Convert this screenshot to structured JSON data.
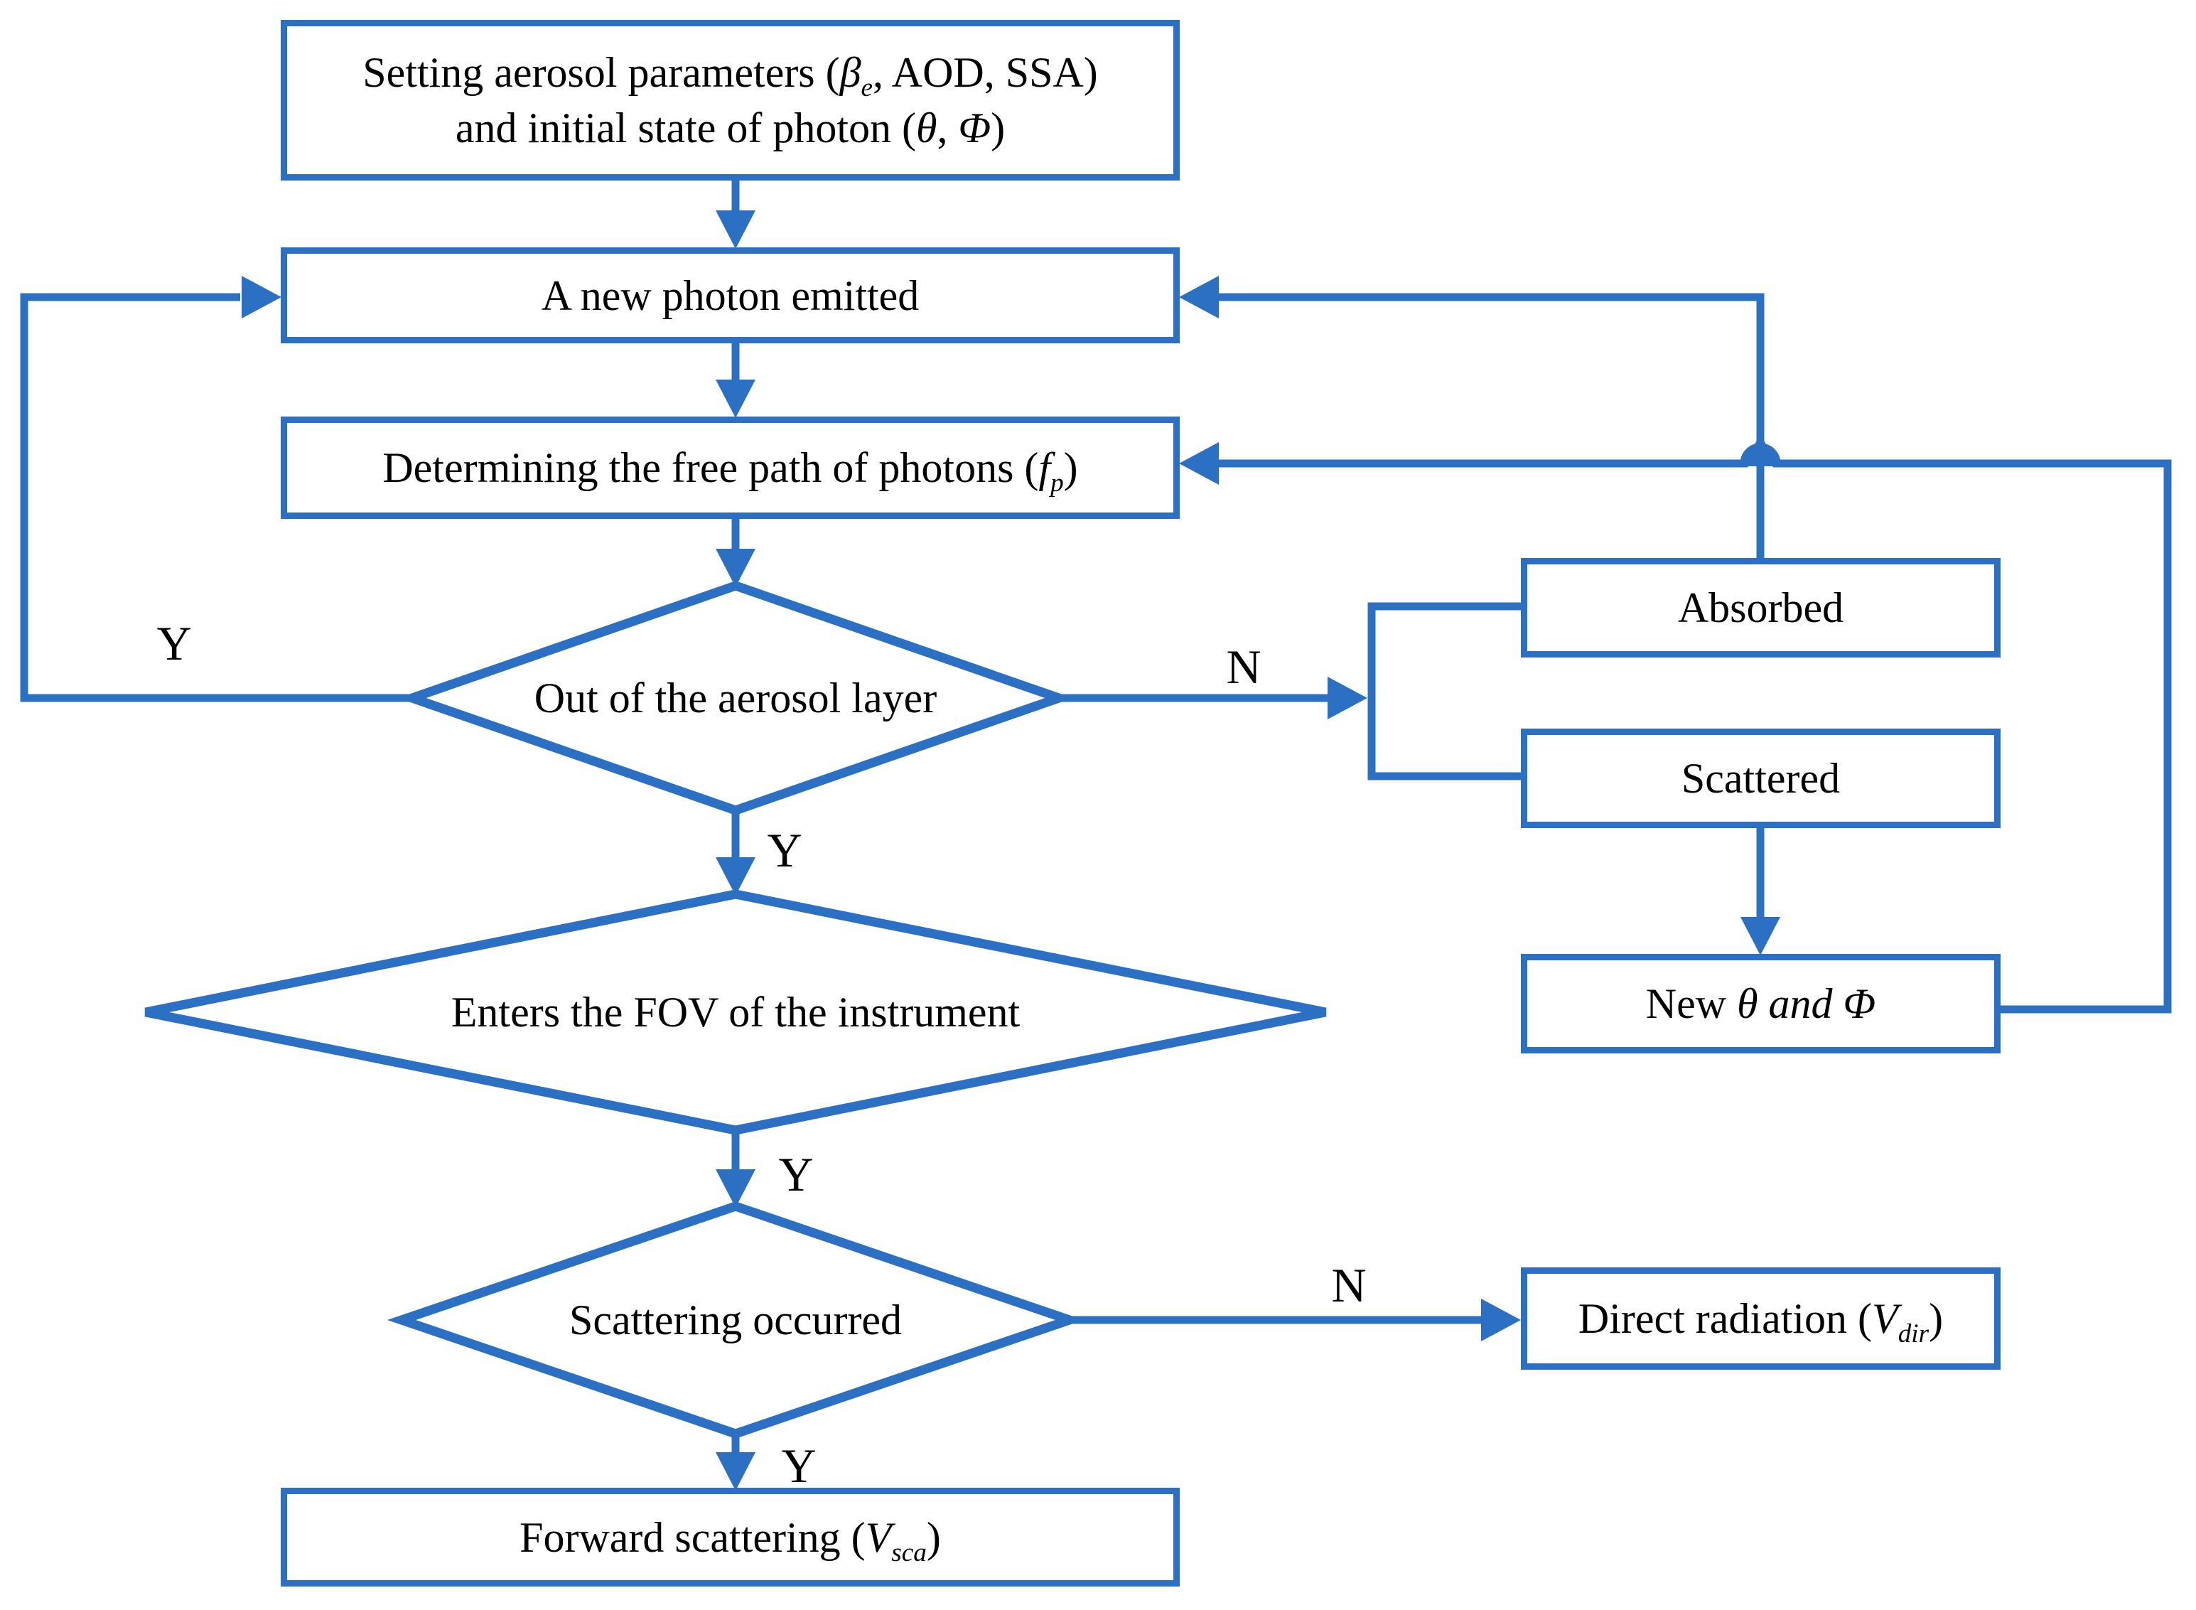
{
  "colors": {
    "accent": "#2C70C4",
    "text": "#000000",
    "background": "#FFFFFF"
  },
  "flowchart": {
    "nodes": {
      "setup": {
        "line1": [
          {
            "t": "Setting aerosol parameters ("
          },
          {
            "t": "β",
            "i": 1
          },
          {
            "t": "e",
            "i": 1,
            "sub": 1
          },
          {
            "t": ", AOD, SSA)"
          }
        ],
        "line2": [
          {
            "t": "and initial state of photon ("
          },
          {
            "t": "θ",
            "i": 1
          },
          {
            "t": ", "
          },
          {
            "t": "Φ",
            "i": 1
          },
          {
            "t": ")"
          }
        ]
      },
      "new_photon": {
        "label": "A new photon emitted"
      },
      "free_path": {
        "rich": [
          {
            "t": "Determining the free path of photons ("
          },
          {
            "t": "f",
            "i": 1
          },
          {
            "t": "p",
            "i": 1,
            "sub": 1
          },
          {
            "t": ")"
          }
        ]
      },
      "out_of_layer": {
        "label": "Out of the aerosol layer"
      },
      "absorbed": {
        "label": "Absorbed"
      },
      "scattered": {
        "label": "Scattered"
      },
      "new_angles": {
        "rich": [
          {
            "t": "New "
          },
          {
            "t": "θ",
            "i": 1
          },
          {
            "t": " "
          },
          {
            "t": "and",
            "i": 1
          },
          {
            "t": " "
          },
          {
            "t": "Φ",
            "i": 1
          }
        ]
      },
      "enters_fov": {
        "label": "Enters the FOV of the instrument"
      },
      "scattering_occurred": {
        "label": "Scattering occurred"
      },
      "direct_radiation": {
        "rich": [
          {
            "t": "Direct radiation ("
          },
          {
            "t": "V",
            "i": 1
          },
          {
            "t": "dir",
            "i": 1,
            "sub": 1
          },
          {
            "t": ")"
          }
        ]
      },
      "forward_scattering": {
        "rich": [
          {
            "t": "Forward scattering ("
          },
          {
            "t": "V",
            "i": 1
          },
          {
            "t": "sca",
            "i": 1,
            "sub": 1
          },
          {
            "t": ")"
          }
        ]
      }
    },
    "edge_labels": {
      "out_left_yes": "Y",
      "out_down_yes": "Y",
      "out_right_no": "N",
      "fov_down_yes": "Y",
      "scatter_down_yes": "Y",
      "scatter_right_no": "N"
    }
  }
}
